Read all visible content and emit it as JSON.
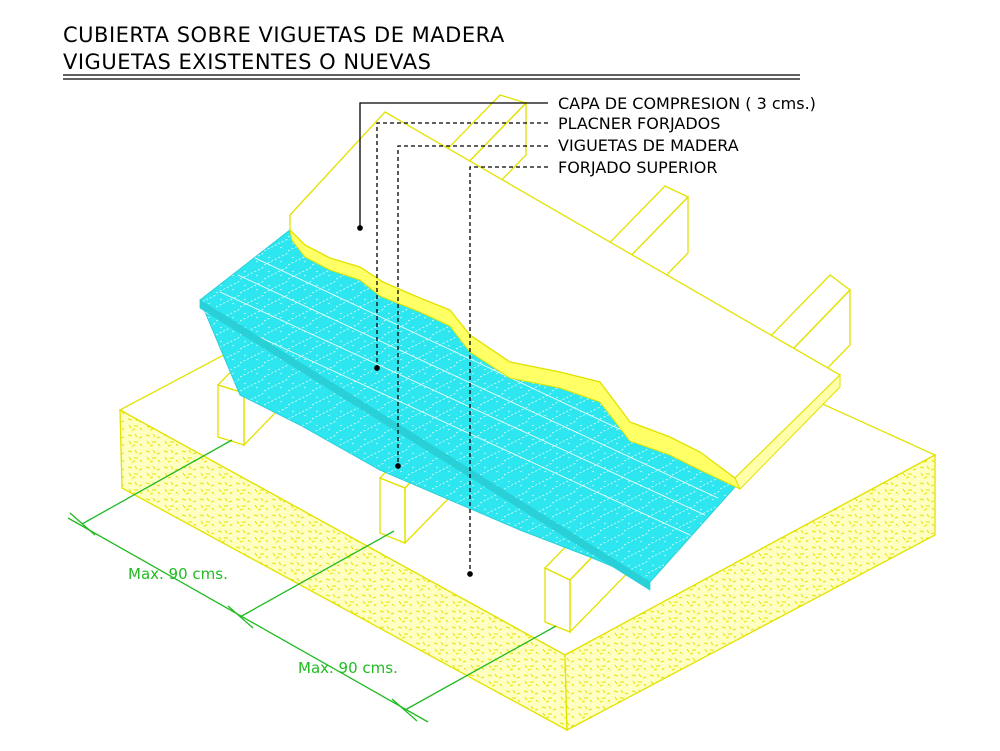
{
  "title": {
    "line1": "CUBIERTA SOBRE VIGUETAS DE MADERA",
    "line2": "VIGUETAS EXISTENTES O NUEVAS"
  },
  "callouts": [
    "CAPA DE COMPRESION ( 3 cms.)",
    "PLACNER FORJADOS",
    "VIGUETAS DE MADERA",
    "FORJADO SUPERIOR"
  ],
  "dimensions": [
    "Max. 90 cms.",
    "Max. 90 cms."
  ],
  "colors": {
    "outline": "#e2e200",
    "concrete_fill": "#ffffb8",
    "compression_layer": "#ffff66",
    "slab_panels": "#2ee6ef",
    "dimension": "#22bb22",
    "text": "#000000"
  }
}
